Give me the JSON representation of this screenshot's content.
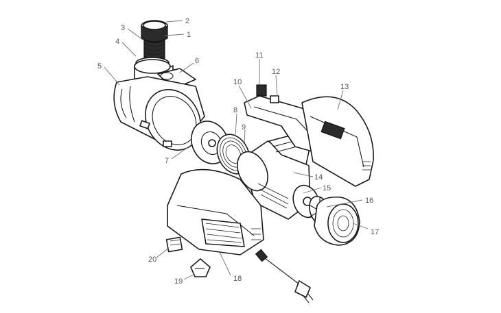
{
  "colors": {
    "line": "#1a1a1a",
    "leader": "#6e6e6e",
    "label": "#555555",
    "background": "#ffffff"
  },
  "callouts": [
    {
      "number": "1"
    },
    {
      "number": "2"
    },
    {
      "number": "3"
    },
    {
      "number": "4"
    },
    {
      "number": "5"
    },
    {
      "number": "6"
    },
    {
      "number": "7"
    },
    {
      "number": "8"
    },
    {
      "number": "9"
    },
    {
      "number": "10"
    },
    {
      "number": "11"
    },
    {
      "number": "12"
    },
    {
      "number": "13"
    },
    {
      "number": "14"
    },
    {
      "number": "15"
    },
    {
      "number": "16"
    },
    {
      "number": "17"
    },
    {
      "number": "18"
    },
    {
      "number": "19"
    },
    {
      "number": "20"
    }
  ]
}
